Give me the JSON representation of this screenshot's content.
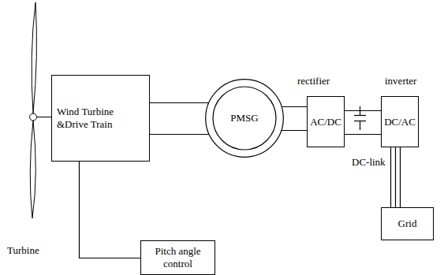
{
  "diagram": {
    "nodes": [
      {
        "text": [
          "Wind Turbine &Drive Train"
        ]
      },
      {
        "text": [
          "PMSG"
        ]
      },
      {
        "text": [
          "AC/DC"
        ]
      },
      {
        "text": [
          "DC/AC"
        ]
      },
      {
        "text": [
          "Grid"
        ]
      },
      {
        "text": [
          "Pitch angle control"
        ]
      }
    ],
    "edges": [
      {
        "from": 0,
        "to": 1,
        "arrow": "none"
      },
      {
        "from": 1,
        "to": 2,
        "arrow": "none"
      },
      {
        "from": 2,
        "to": 3,
        "arrow": "none"
      },
      {
        "from": 3,
        "to": 4,
        "arrow": "none"
      },
      {
        "from": 0,
        "to": 5,
        "arrow": "none"
      },
      {
        "from": 1,
        "to": 0,
        "arrow": "none"
      }
    ],
    "labels": [
      "rectifier",
      "inverter",
      "DC-link",
      "Turbine"
    ]
  }
}
